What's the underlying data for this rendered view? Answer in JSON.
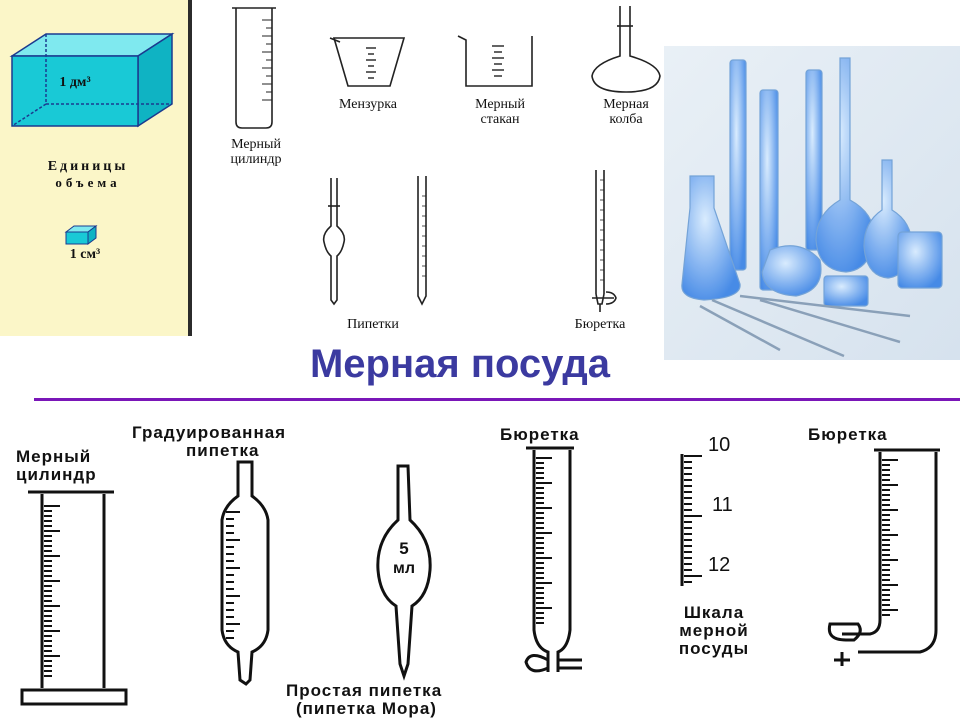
{
  "title": "Мерная посуда",
  "side_panel": {
    "cube_large": "1 дм³",
    "caption_line1": "Единицы",
    "caption_line2": "объема",
    "cube_small": "1 см³"
  },
  "top_diagram": {
    "graduated_cylinder": [
      "Мерный",
      "цилиндр"
    ],
    "beaker_cone": "Мензурка",
    "measuring_glass": [
      "Мерный",
      "стакан"
    ],
    "volumetric_flask": [
      "Мерная",
      "колба"
    ],
    "pipettes": "Пипетки",
    "burette": "Бюретка"
  },
  "bottom_diagram": {
    "graduated_cylinder": [
      "Мерный",
      "цилиндр"
    ],
    "graduated_pipette": [
      "Градуированная",
      "пипетка"
    ],
    "mohr_volume": [
      "5",
      "мл"
    ],
    "simple_pipette": [
      "Простая пипетка",
      "(пипетка Мора)"
    ],
    "burette_left": "Бюретка",
    "scale_numbers": [
      "10",
      "11",
      "12"
    ],
    "scale_caption": [
      "Шкала",
      "мерной",
      "посуды"
    ],
    "burette_right": "Бюретка"
  },
  "colors": {
    "title": "#3b3aa0",
    "divider": "#7a16b8",
    "panel": "#fbf6c8",
    "cube": "#19c9d6"
  }
}
